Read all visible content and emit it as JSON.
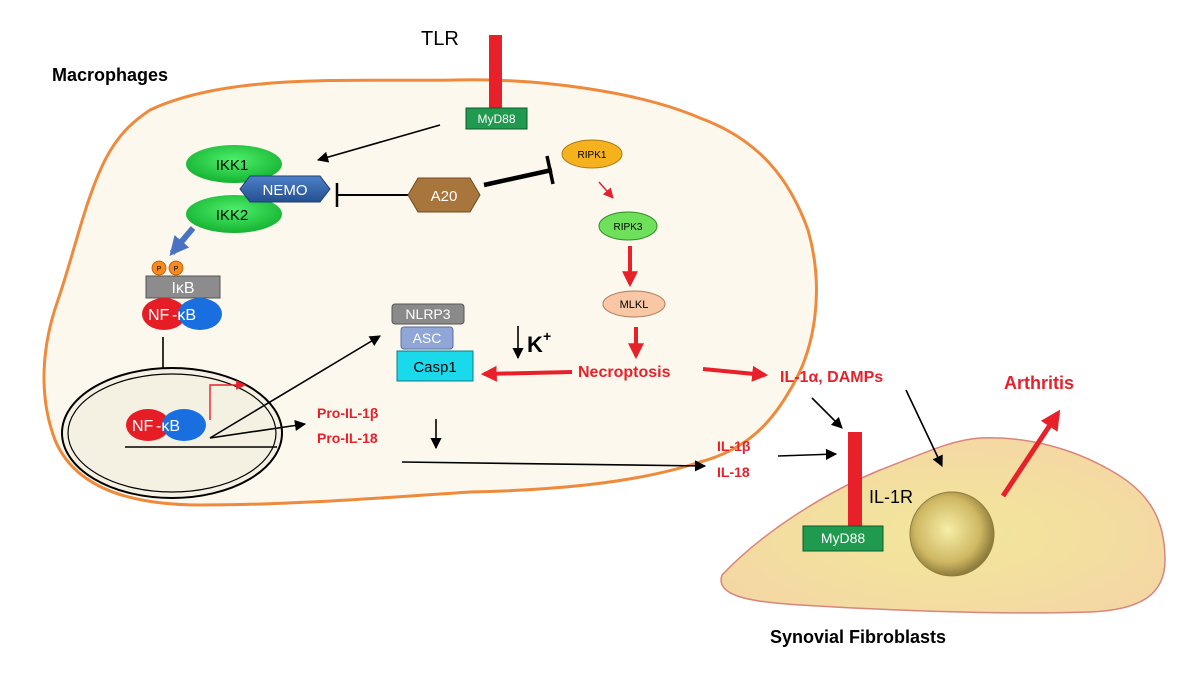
{
  "labels": {
    "tlr": "TLR",
    "macrophages": "Macrophages",
    "myd88_top": "MyD88",
    "ikk1": "IKK1",
    "nemo": "NEMO",
    "ikk2": "IKK2",
    "a20": "A20",
    "ripk1": "RIPK1",
    "ripk3": "RIPK3",
    "mlkl": "MLKL",
    "p1": "P",
    "p2": "P",
    "ikb": "IκB",
    "nfkb_nf": "NF",
    "nfkb_kb": "-κB",
    "nucleus_nf": "NF",
    "nucleus_kb": "-κB",
    "nlrp3": "NLRP3",
    "asc": "ASC",
    "casp1": "Casp1",
    "k_plus": "K",
    "k_sup": "+",
    "necroptosis": "Necroptosis",
    "pro_il1b": "Pro-IL-1β",
    "pro_il18": "Pro-IL-18",
    "il1a_damps": "IL-1α, DAMPs",
    "arthritis": "Arthritis",
    "il1b": "IL-1β",
    "il18": "IL-18",
    "il1r": "IL-1R",
    "myd88_bottom": "MyD88",
    "synovial": "Synovial Fibroblasts"
  },
  "colors": {
    "membrane": "#ef8a3c",
    "cytoplasm": "#fdf8ee",
    "red": "#e8202a",
    "myd88": "#1f9a4e",
    "ikk": "#22c441",
    "nemo": "#3565ae",
    "a20": "#a8753d",
    "ripk1": "#f6b21c",
    "ripk3": "#6ee05a",
    "mlkl": "#f7c7a6",
    "ikb": "#8c8c8c",
    "nf": "#e61d25",
    "kb": "#1a6fe0",
    "nlrp3": "#8a8a8a",
    "asc": "#8fa6d6",
    "casp1": "#1ad9ea",
    "fibroblast": "#f3dba0",
    "nucleus_fibro": "#c8b058"
  }
}
